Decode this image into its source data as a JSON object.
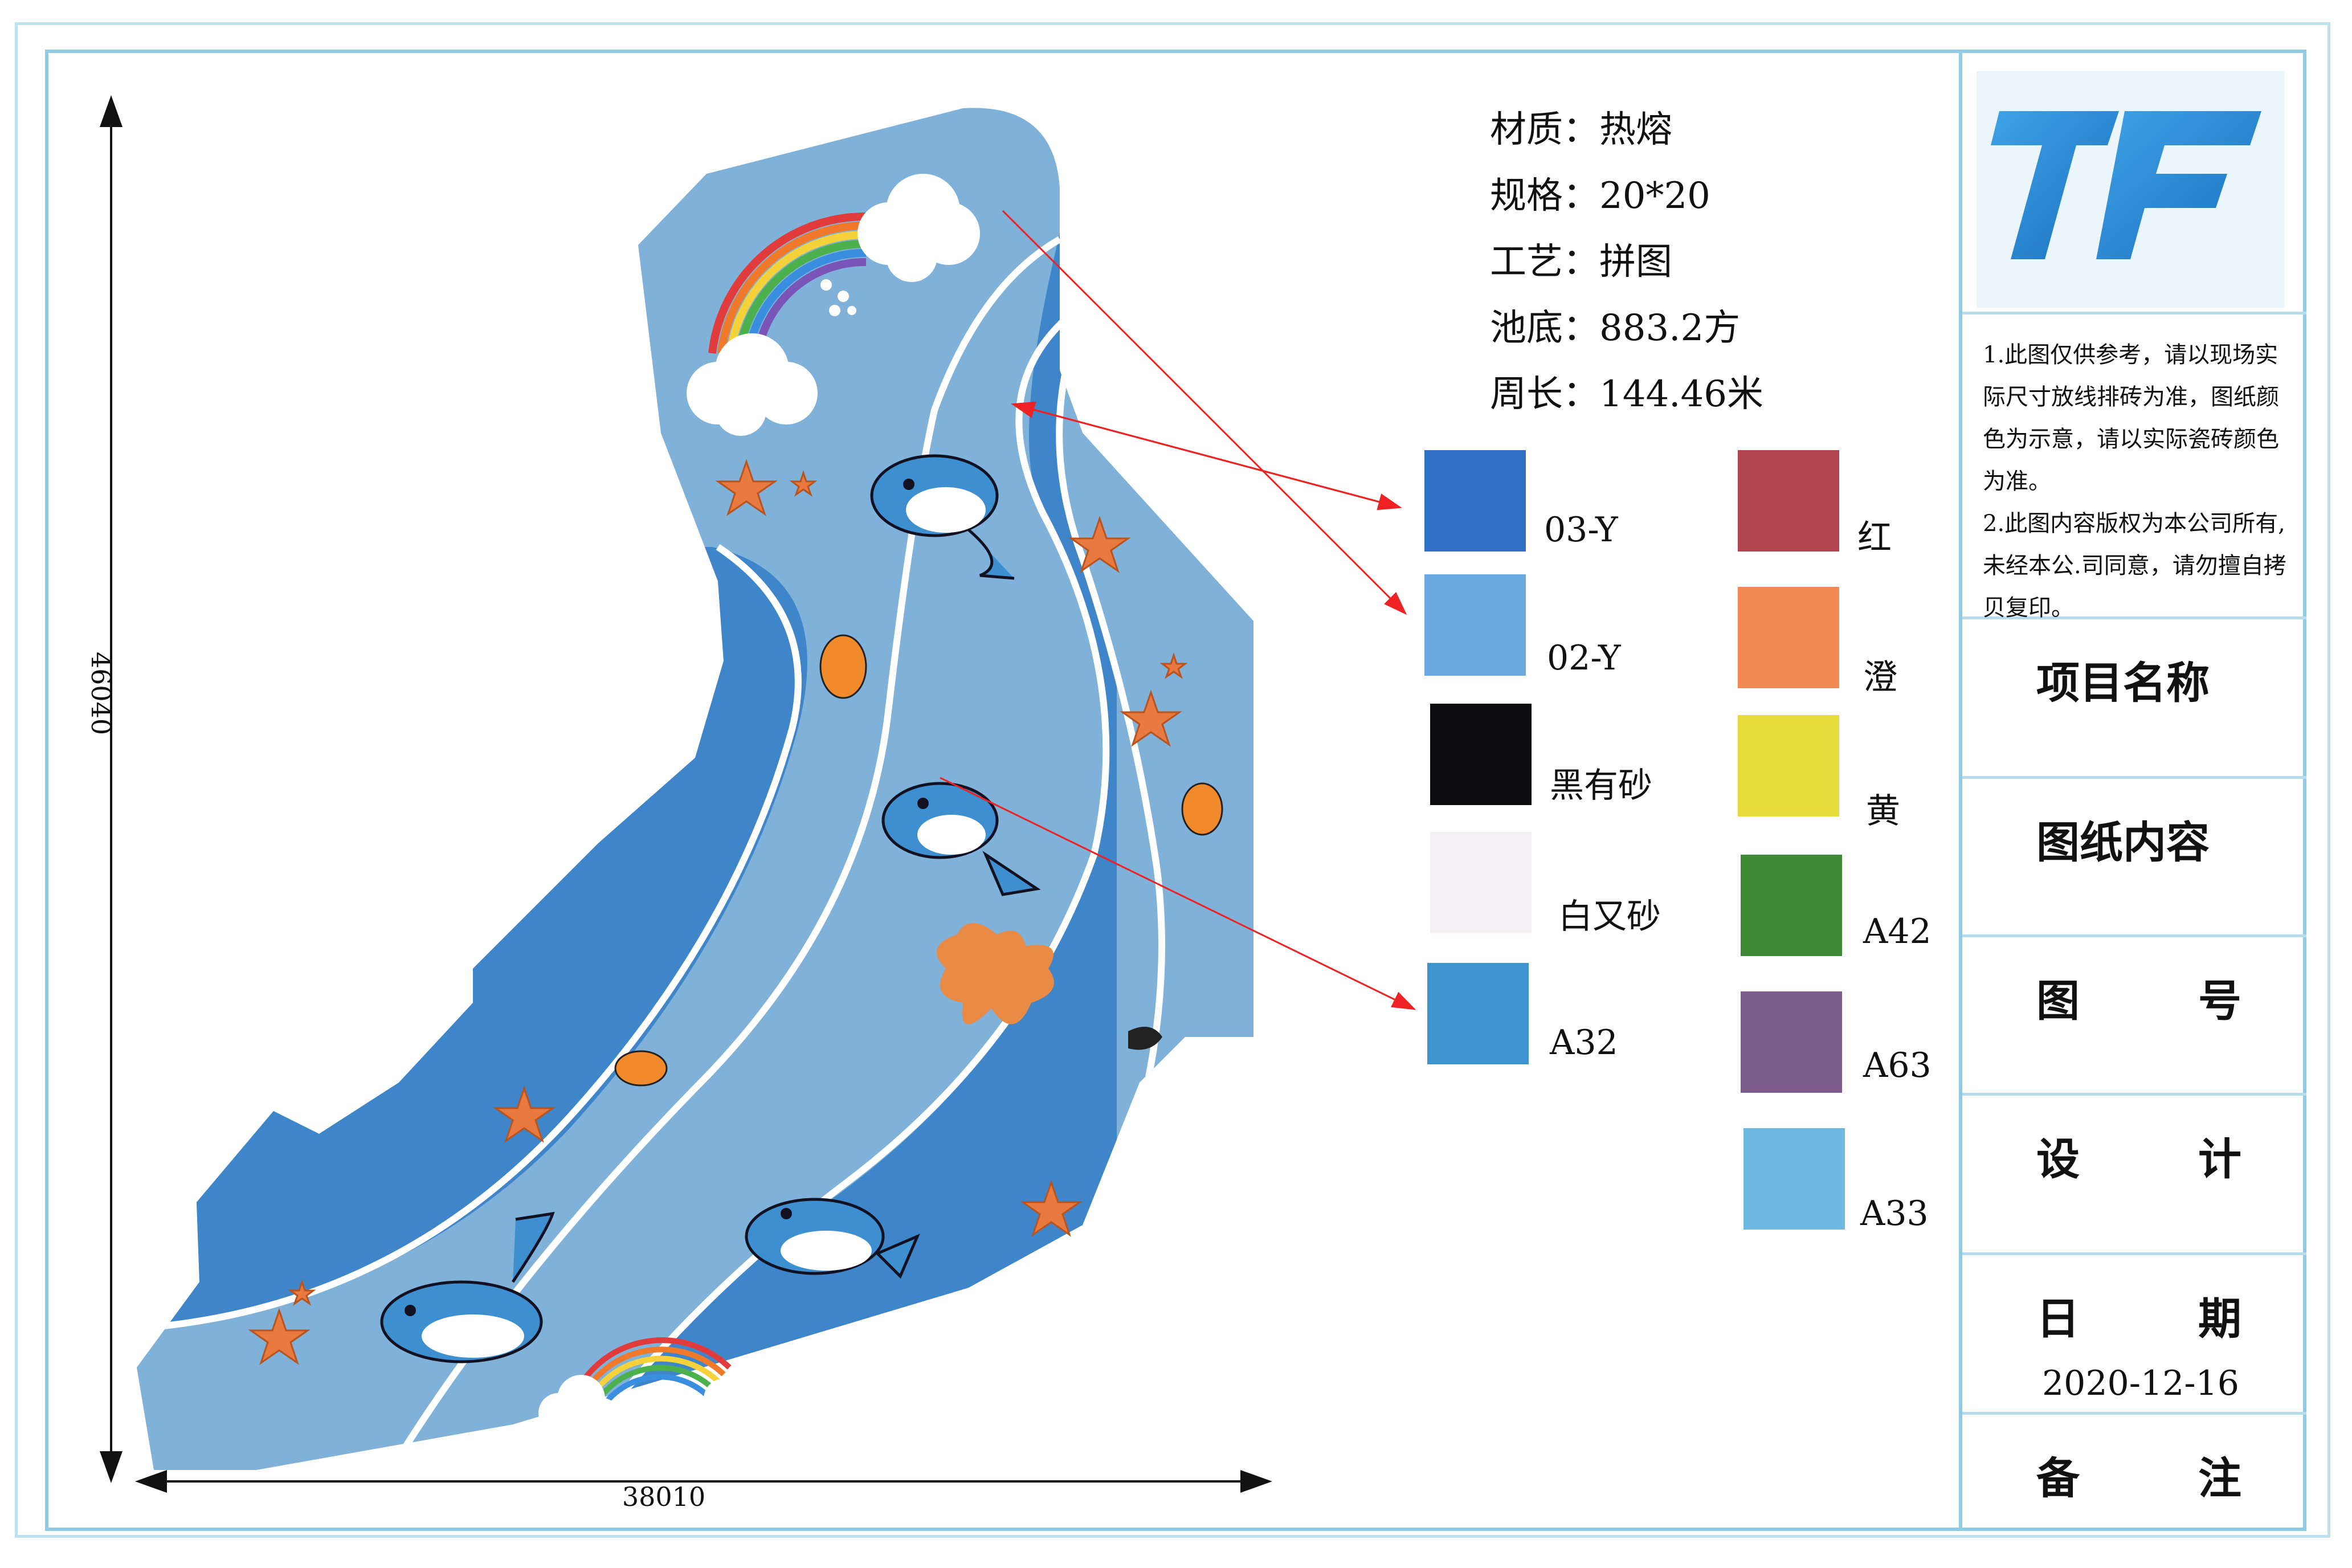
{
  "dimensions": {
    "width": "38010",
    "height": "46040"
  },
  "specs": [
    {
      "label": "材质：",
      "value": "热熔"
    },
    {
      "label": "规格：",
      "value": "20*20"
    },
    {
      "label": "工艺：",
      "value": "拼图"
    },
    {
      "label": "池底：",
      "value": "883.2方"
    },
    {
      "label": "周长：",
      "value": "144.46米"
    }
  ],
  "swatches_left": [
    {
      "code": "03-Y",
      "color": "#2f6fc4"
    },
    {
      "code": "02-Y",
      "color": "#69a9e0"
    },
    {
      "code": "黑有砂",
      "color": "#0c0c10"
    },
    {
      "code": "白又砂",
      "color": "#f3eff3"
    },
    {
      "code": "A32",
      "color": "#3e94cf"
    }
  ],
  "swatches_right": [
    {
      "code": "红",
      "color": "#b0454e"
    },
    {
      "code": "澄",
      "color": "#f08a52"
    },
    {
      "code": "黄",
      "color": "#e8dc3c"
    },
    {
      "code": "A42",
      "color": "#3f8a36"
    },
    {
      "code": "A63",
      "color": "#7d5c8c"
    },
    {
      "code": "A33",
      "color": "#6fb8e2"
    }
  ],
  "pool_colors": {
    "dark": "#3f85c9",
    "light": "#7fb1d9",
    "orange": "#e98a45",
    "star": "#e8793f"
  },
  "title_block": {
    "logo_text": "TF",
    "notes": [
      "1.此图仅供参考，请以现场实",
      "际尺寸放线排砖为准，图纸颜",
      "色为示意，请以实际瓷砖颜色",
      "为准。",
      "2.此图内容版权为本公司所有,",
      "未经本公.司同意，请勿擅自拷",
      "贝复印。"
    ],
    "project_name": "项目名称",
    "drawing_content": "图纸内容",
    "drawing_no": [
      "图",
      "号"
    ],
    "design": [
      "设",
      "计"
    ],
    "date_label": [
      "日",
      "期"
    ],
    "date_value": "2020-12-16",
    "remarks": [
      "备",
      "注"
    ]
  }
}
